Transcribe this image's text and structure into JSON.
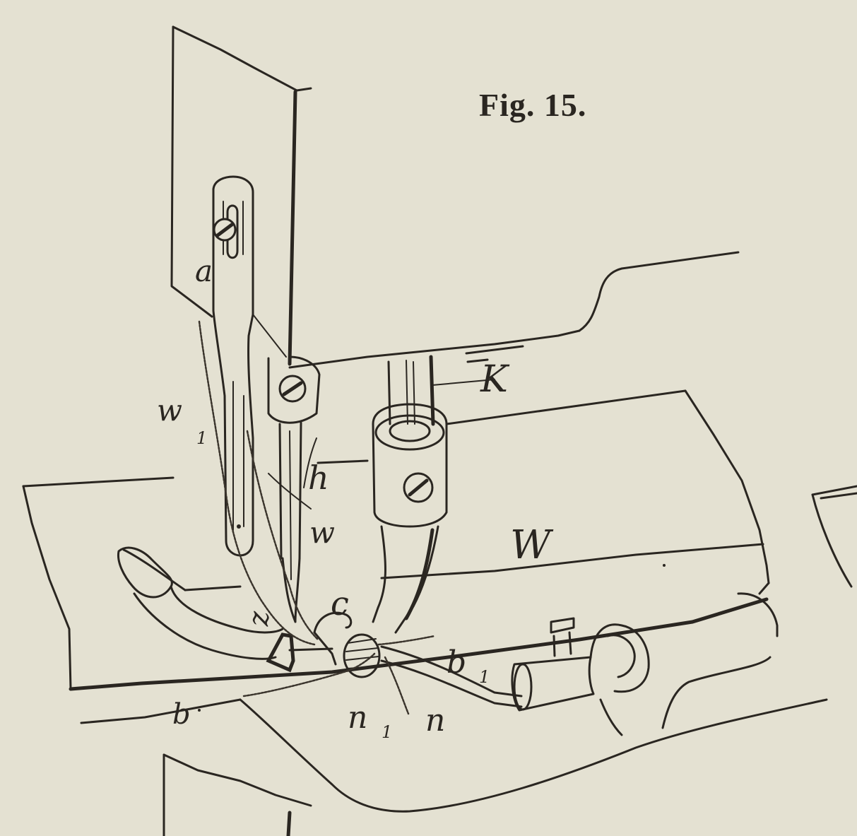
{
  "figure": {
    "title": "Fig. 15."
  },
  "labels": {
    "a": "a",
    "w1": "w",
    "w1_sub": "1",
    "h": "h",
    "w": "w",
    "K": "K",
    "W": "W",
    "z": "z",
    "c": "c",
    "b": "b",
    "b1": "b",
    "b1_sub": "1",
    "n1": "n",
    "n1_sub": "1",
    "n": "n"
  }
}
